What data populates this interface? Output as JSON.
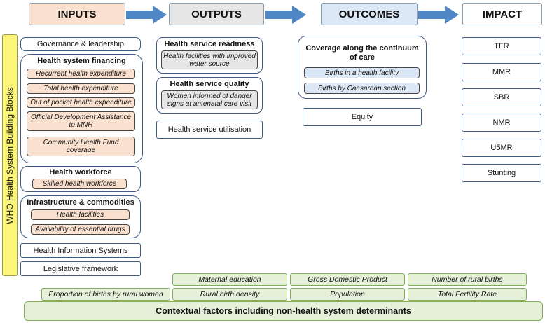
{
  "headers": {
    "inputs": "INPUTS",
    "outputs": "OUTPUTS",
    "outcomes": "OUTCOMES",
    "impact": "IMPACT"
  },
  "side_label": "WHO Health System Building Blocks",
  "inputs": {
    "governance": "Governance & leadership",
    "financing": {
      "title": "Health system financing",
      "items": [
        "Recurrent health expenditure",
        "Total health expenditure",
        "Out of pocket health expenditure",
        "Official Development Assistance to MNH",
        "Community Health Fund coverage"
      ]
    },
    "workforce": {
      "title": "Health workforce",
      "items": [
        "Skilled health workforce"
      ]
    },
    "infrastructure": {
      "title": "Infrastructure & commodities",
      "items": [
        "Health facilities",
        "Availability of essential drugs"
      ]
    },
    "his": "Health Information Systems",
    "legislative": "Legislative framework"
  },
  "outputs": {
    "readiness": {
      "title": "Health service readiness",
      "items": [
        "Health facilities with improved water source"
      ]
    },
    "quality": {
      "title": "Health service quality",
      "items": [
        "Women informed of danger signs at antenatal care visit"
      ]
    },
    "utilisation": "Health service utilisation"
  },
  "outcomes": {
    "coverage": {
      "title": "Coverage along the continuum of care",
      "items": [
        "Births in a health facility",
        "Births by Caesarean section"
      ]
    },
    "equity": "Equity"
  },
  "impact": [
    "TFR",
    "MMR",
    "SBR",
    "NMR",
    "U5MR",
    "Stunting"
  ],
  "contextual": {
    "row1": [
      "Maternal education",
      "Gross Domestic Product",
      "Number of rural births"
    ],
    "row2": [
      "Proportion of births by rural women",
      "Rural birth density",
      "Population",
      "Total Fertility Rate"
    ],
    "banner": "Contextual factors including non-health system determinants"
  },
  "colors": {
    "inputs_header": "#fbe1cf",
    "outputs_header": "#e6e6e6",
    "outcomes_header": "#dce8f5",
    "impact_header": "#ffffff",
    "arrow": "#4f86c6",
    "contextual": "#e6f0d8"
  }
}
